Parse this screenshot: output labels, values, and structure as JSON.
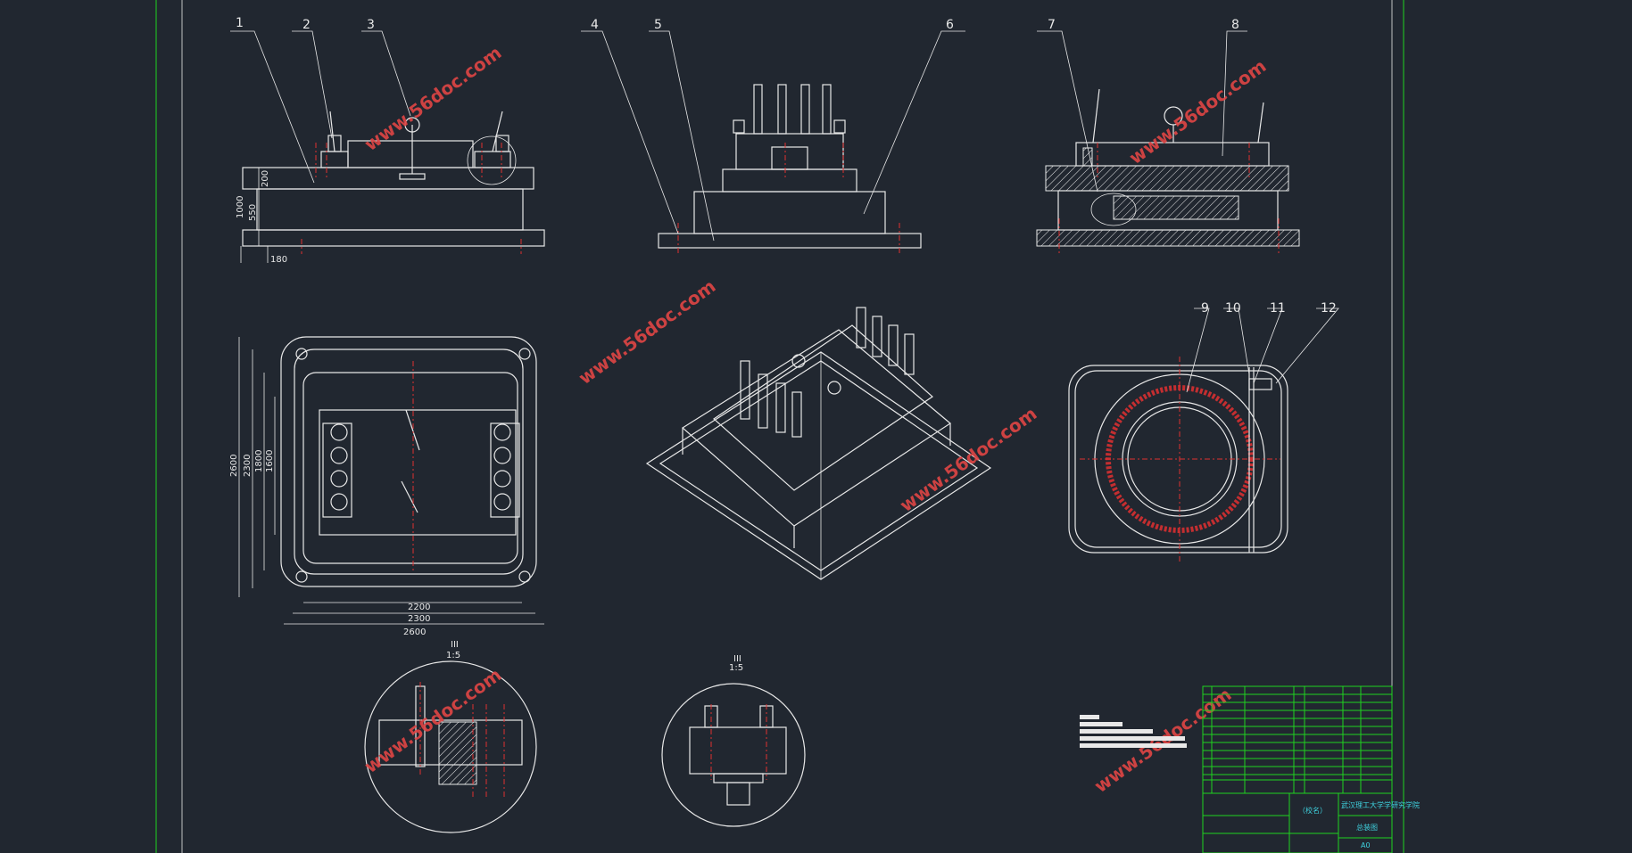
{
  "part_labels": [
    "1",
    "2",
    "3",
    "4",
    "5",
    "6",
    "7",
    "8",
    "9",
    "10",
    "11",
    "12"
  ],
  "dimensions": {
    "front_heights": [
      "1000",
      "550",
      "200"
    ],
    "front_base": "180",
    "plan_heights": [
      "2600",
      "2300",
      "1800",
      "1600"
    ],
    "plan_widths": [
      "2200",
      "2300",
      "2600"
    ]
  },
  "detail_views": [
    {
      "name": "III",
      "scale": "1:5"
    },
    {
      "name": "III",
      "scale": "1:5"
    }
  ],
  "watermark": "www.56doc.com",
  "title_block": {
    "school": "武汉理工大学学研究学院",
    "drawing_name": "总装图",
    "sheet_size": "A0",
    "note": "（校名）"
  },
  "colors": {
    "background": "#212730",
    "lines": "#e8e8e8",
    "center_lines": "#e03030",
    "frame": "#1fd31f",
    "watermark": "#e04545",
    "title_text": "#3fd3e0"
  }
}
